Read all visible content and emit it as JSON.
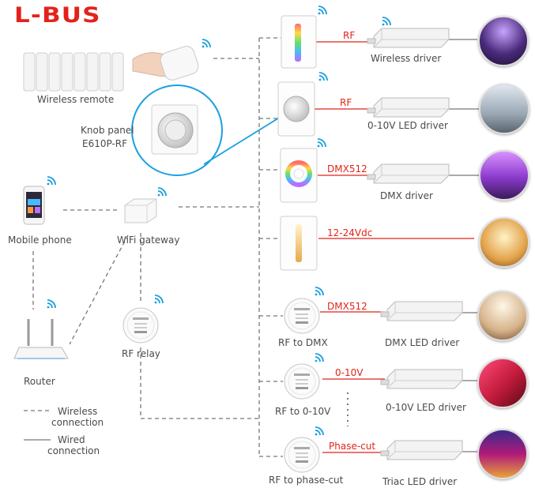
{
  "brand": "L-BUS",
  "devices": {
    "wireless_remote": "Wireless remote",
    "knob_panel_line1": "Knob panel",
    "knob_panel_line2": "E610P-RF",
    "mobile_phone": "Mobile phone",
    "wifi_gateway": "WiFi gateway",
    "router": "Router",
    "rf_relay": "RF relay",
    "rf_to_dmx": "RF to DMX",
    "rf_to_010v": "RF to 0-10V",
    "rf_to_phasecut": "RF to phase-cut"
  },
  "drivers": {
    "wireless_driver": "Wireless driver",
    "led_010v_driver": "0-10V LED driver",
    "dmx_driver": "DMX driver",
    "dmx_led_driver": "DMX LED driver",
    "led_010v_driver_2": "0-10V LED driver",
    "triac_led_driver": "Triac LED driver"
  },
  "signals": {
    "rf_1": "RF",
    "rf_2": "RF",
    "dmx512_1": "DMX512",
    "v12_24": "12-24Vdc",
    "dmx512_2": "DMX512",
    "v010": "0-10V",
    "phase_cut": "Phase-cut"
  },
  "legend": {
    "wireless_line1": "Wireless",
    "wireless_line2": "connection",
    "wired_line1": "Wired",
    "wired_line2": "connection"
  },
  "colors": {
    "accent_red": "#e2231a",
    "wifi_blue": "#1aa0e0",
    "line_gray": "#666666"
  }
}
